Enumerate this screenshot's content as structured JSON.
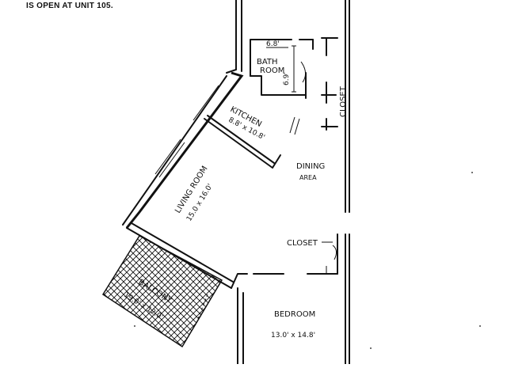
{
  "header": {
    "note": "IS OPEN AT UNIT 105."
  },
  "rooms": {
    "bath": {
      "name_line1": "BATH",
      "name_line2": "ROOM",
      "dim_width": "6.8'",
      "dim_depth": "6.9'"
    },
    "closet_main": {
      "name": "CLOSET"
    },
    "kitchen": {
      "name": "KITCHEN",
      "dims": "8.8' x 10.8'"
    },
    "dining": {
      "name_line1": "DINING",
      "name_line2": "AREA"
    },
    "living": {
      "name": "LIVING ROOM",
      "dims": "15.0 x 16.0'"
    },
    "closet_hall": {
      "name": "CLOSET"
    },
    "balcony": {
      "name": "BALCONY",
      "dims": "19.0' x 12.0'"
    },
    "bedroom": {
      "name": "BEDROOM",
      "dims": "13.0' x 14.8'"
    }
  }
}
